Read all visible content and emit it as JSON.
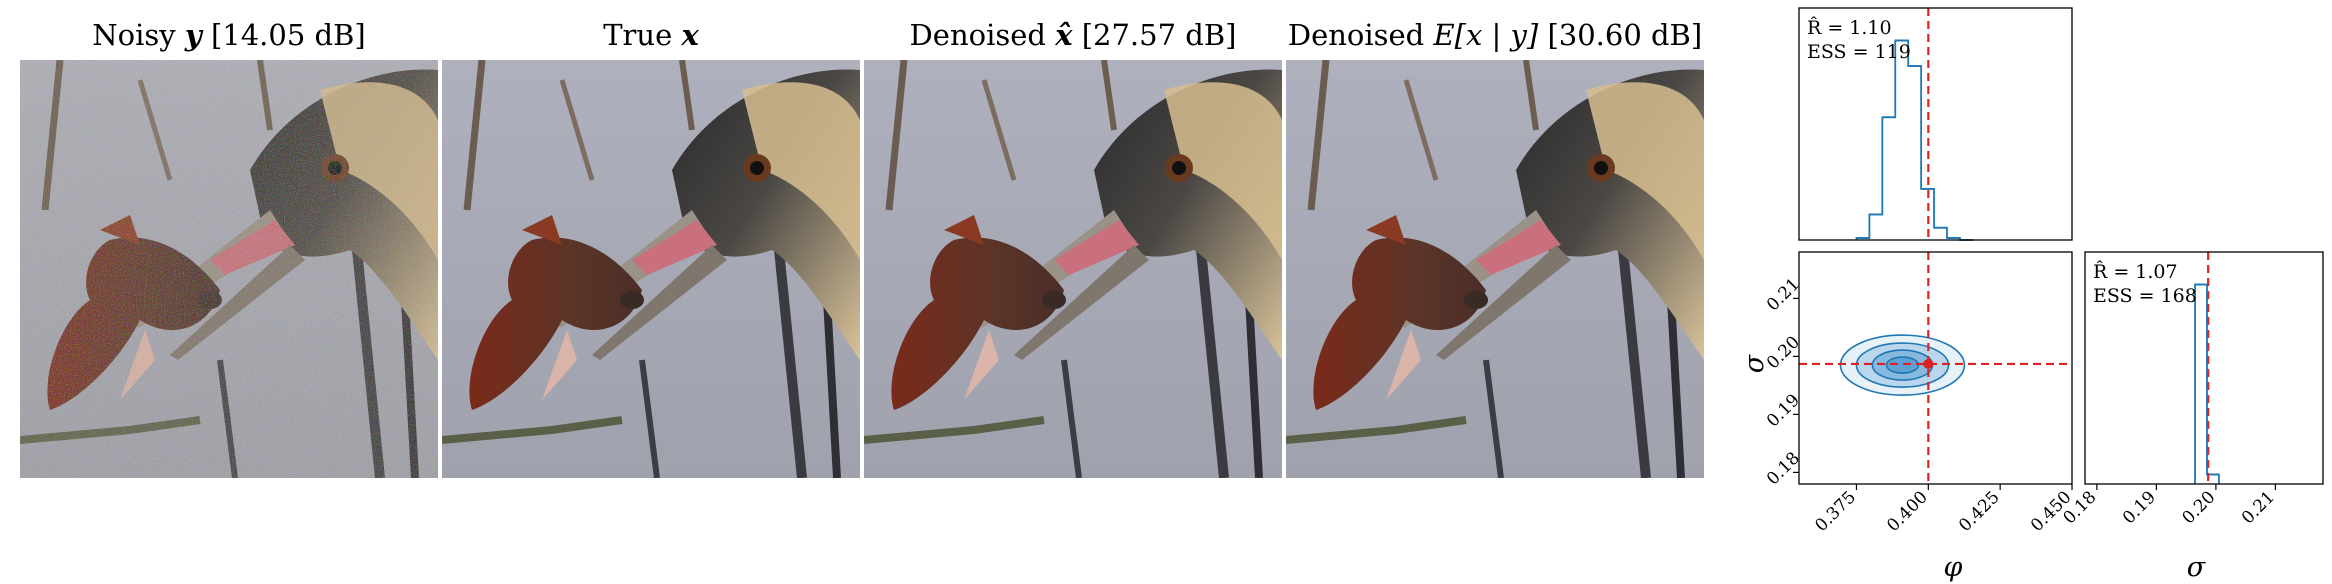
{
  "panels": [
    {
      "id": "noisy",
      "label": "Noisy",
      "symbol": "y",
      "value": "[14.05 dB]"
    },
    {
      "id": "true",
      "label": "True",
      "symbol": "x",
      "value": ""
    },
    {
      "id": "denoised",
      "label": "Denoised",
      "symbol": "x̂",
      "value": "[27.57 dB]"
    },
    {
      "id": "posterior_mean",
      "label": "Denoised",
      "expr": "E[x | y]",
      "value": "[30.60 dB]"
    }
  ],
  "chart_data": [
    {
      "type": "histogram",
      "variable": "φ",
      "annotation": {
        "rhat": "R̂ = 1.10",
        "ess": "ESS = 119"
      },
      "bins_x": [
        0.375,
        0.3795,
        0.384,
        0.3885,
        0.393,
        0.3975,
        0.402,
        0.4065,
        0.411,
        0.4155
      ],
      "counts": [
        2,
        25,
        120,
        195,
        170,
        50,
        12,
        2,
        0
      ],
      "xlim": [
        0.355,
        0.45
      ],
      "true_value": 0.4,
      "true_value_color": "#dd2222"
    },
    {
      "type": "contour",
      "xlabel": "φ",
      "ylabel": "σ",
      "xticks": [
        "0.375",
        "0.400",
        "0.425",
        "0.450"
      ],
      "yticks": [
        "0.18",
        "0.19",
        "0.20",
        "0.21"
      ],
      "xlim": [
        0.355,
        0.45
      ],
      "ylim": [
        0.178,
        0.218
      ],
      "center": [
        0.391,
        0.1985
      ],
      "true_value": [
        0.4,
        0.1987
      ],
      "true_value_color": "#dd2222"
    },
    {
      "type": "histogram",
      "variable": "σ",
      "xlabel": "σ",
      "xticks": [
        "0.18",
        "0.19",
        "0.20",
        "0.21"
      ],
      "annotation": {
        "rhat": "R̂ = 1.07",
        "ess": "ESS = 168"
      },
      "bins_x": [
        0.1965,
        0.1985,
        0.2005
      ],
      "counts": [
        250,
        12
      ],
      "xlim": [
        0.178,
        0.218
      ],
      "true_value": 0.1987,
      "true_value_color": "#dd2222"
    }
  ],
  "colors": {
    "hist": "#1f77b4",
    "truth": "#dd2222",
    "contour_fill": "#3b8cc8"
  }
}
